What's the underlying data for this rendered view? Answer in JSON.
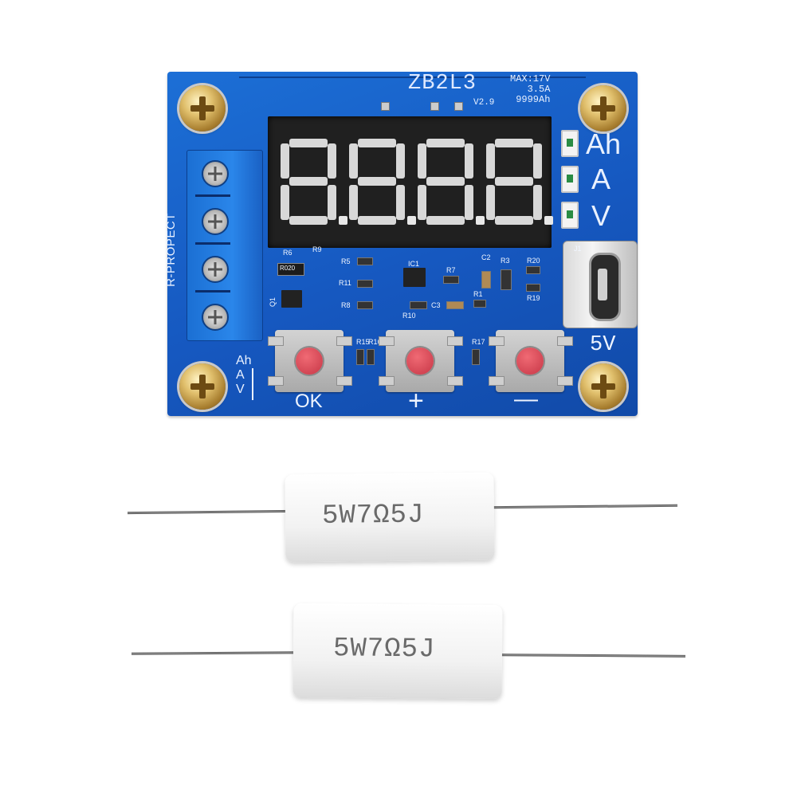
{
  "pcb": {
    "model": "ZB2L3",
    "version": "V2.9",
    "spec_lines": [
      "MAX:17V",
      "3.5A",
      "9999Ah"
    ],
    "brand": "R-PROPECT",
    "display_digits": [
      "8.",
      "8.",
      "8.",
      "8."
    ],
    "unit_labels": [
      "Ah",
      "A",
      "V"
    ],
    "side_units": [
      "Ah",
      "A",
      "V"
    ],
    "usb_label": "5V",
    "buttons": [
      "OK",
      "+",
      "—"
    ],
    "component_labels": {
      "r6": "R6",
      "r9": "R9",
      "r020": "R020",
      "q1": "Q1",
      "r5": "R5",
      "r11": "R11",
      "r8": "R8",
      "ic1": "IC1",
      "r7": "R7",
      "c2": "C2",
      "r3": "R3",
      "r20": "R20",
      "r19": "R19",
      "j1": "J1",
      "r1": "R1",
      "c3": "C3",
      "r10": "R10",
      "r15": "R15",
      "r16": "R16",
      "r17": "R17"
    }
  },
  "resistors": [
    {
      "marking": "5W7Ω5J"
    },
    {
      "marking": "5W7Ω5J"
    }
  ]
}
